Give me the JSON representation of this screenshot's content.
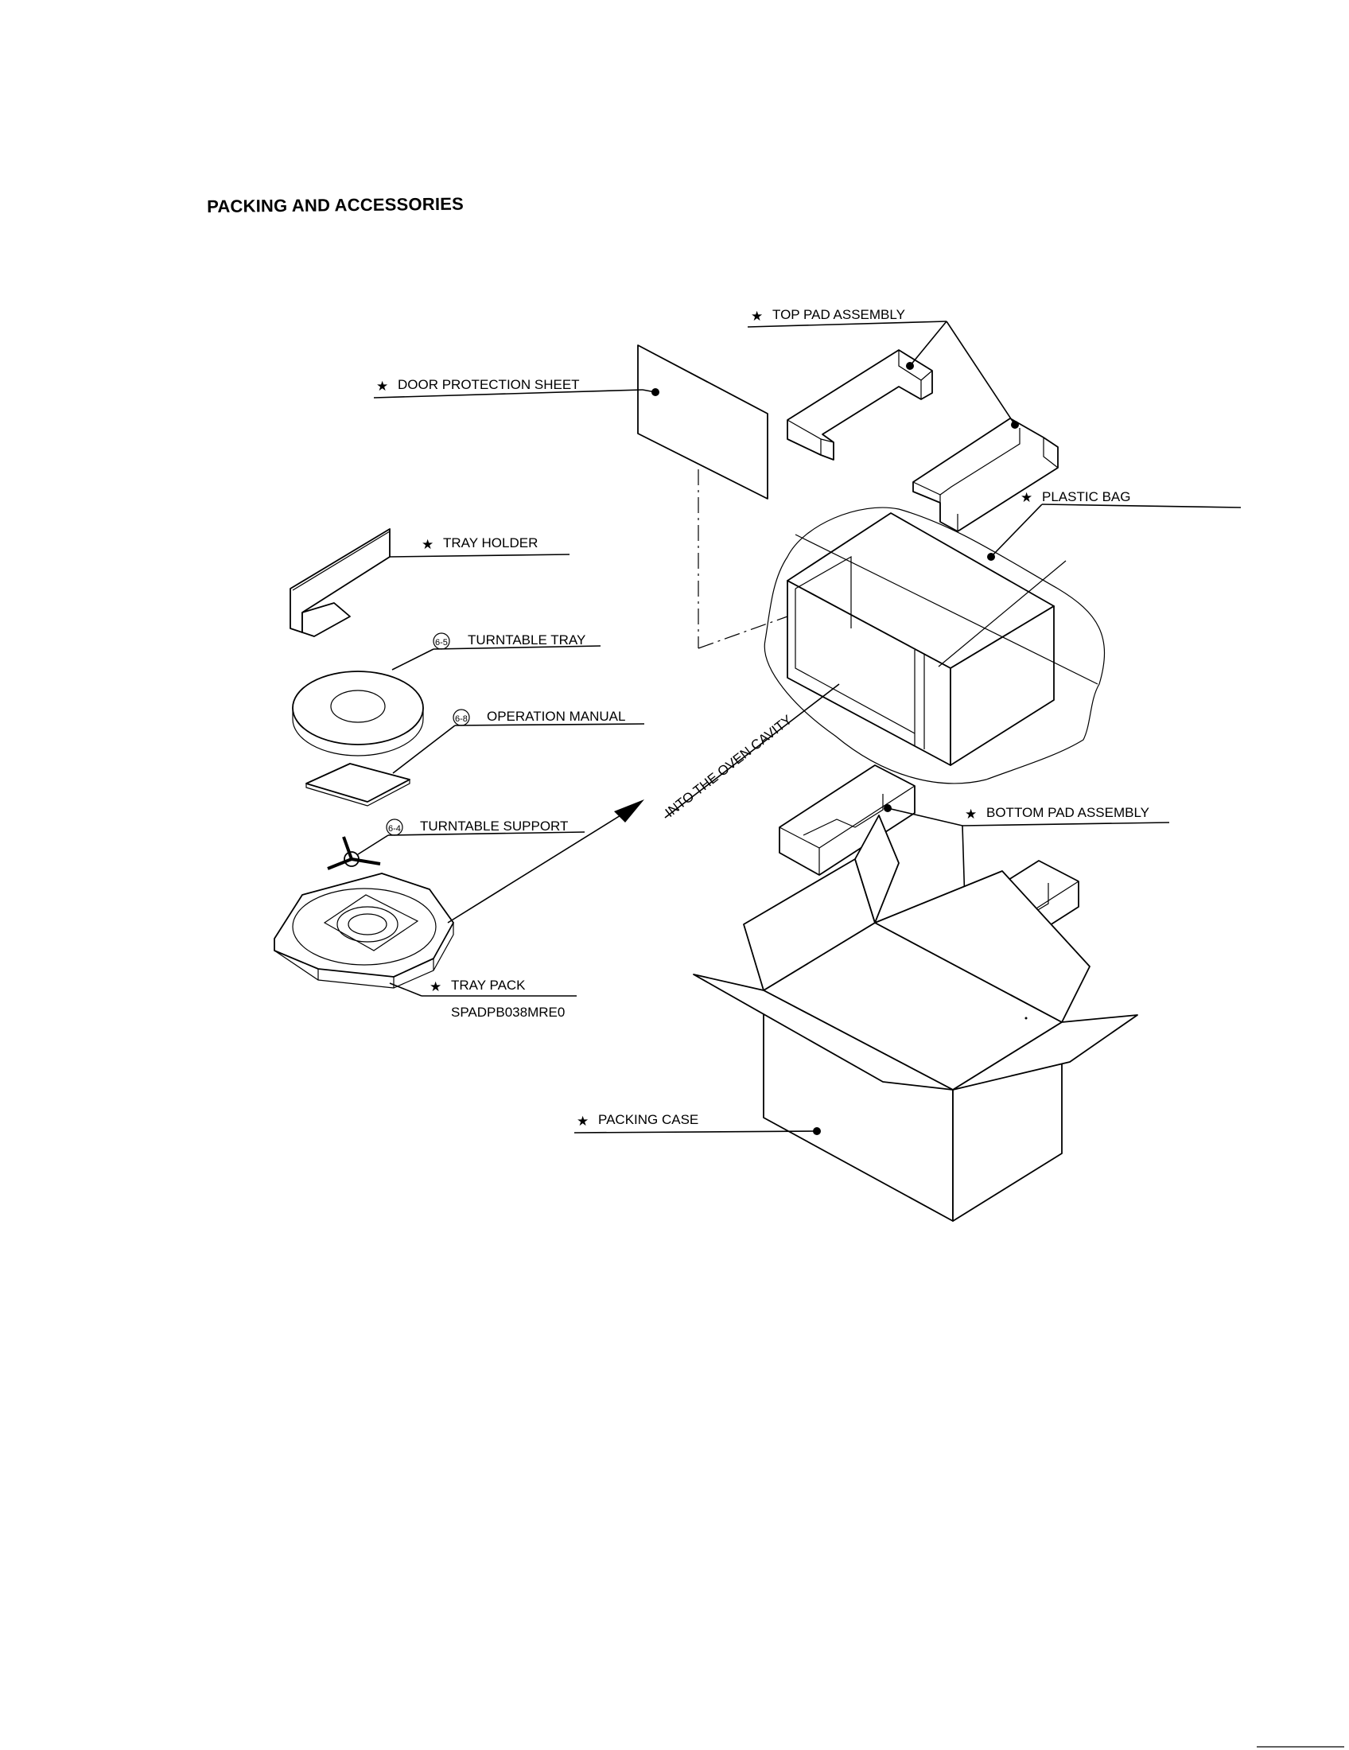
{
  "title": "PACKING AND ACCESSORIES",
  "star": "★",
  "labels": {
    "top_pad_assembly": "TOP PAD ASSEMBLY",
    "door_protection_sheet": "DOOR PROTECTION SHEET",
    "plastic_bag": "PLASTIC BAG",
    "tray_holder": "TRAY HOLDER",
    "turntable_tray": "TURNTABLE TRAY",
    "turntable_tray_ref": "6-5",
    "operation_manual": "OPERATION MANUAL",
    "operation_manual_ref": "6-8",
    "turntable_support": "TURNTABLE SUPPORT",
    "turntable_support_ref": "6-4",
    "into_oven_cavity": "INTO THE OVEN CAVITY",
    "bottom_pad_assembly": "BOTTOM PAD ASSEMBLY",
    "tray_pack": "TRAY PACK",
    "tray_pack_code": "SPADPB038MRE0",
    "packing_case": "PACKING CASE"
  }
}
